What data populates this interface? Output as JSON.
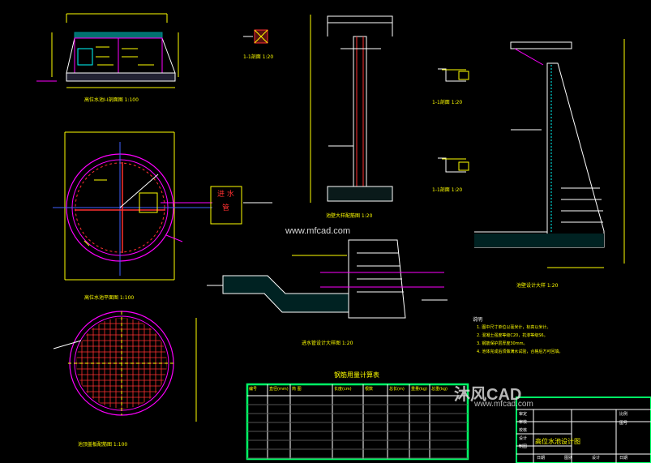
{
  "colors": {
    "background": "#000000",
    "yellow": "#ffff00",
    "white": "#ffffff",
    "magenta": "#ff00ff",
    "cyan": "#00ffff",
    "green": "#00ff66",
    "red": "#ff3030",
    "blue": "#4060ff"
  },
  "watermark": {
    "url_mid": "www.mfcad.com",
    "brand": "沐风CAD",
    "url_corner": "www.mfcad.com"
  },
  "labels": {
    "elevation_section": "高位水池Ⅰ-Ⅰ剖面图 1:100",
    "plan_view": "高位水池平面图 1:100",
    "cover_plan": "池顶盖板配筋图 1:100",
    "detail_1": "1-1剖面 1:20",
    "detail_2": "1-1剖面 1:20",
    "detail_3": "1-1剖面 1:20",
    "wall_detail": "池壁大样配筋图 1:20",
    "wall_section": "池壁设计大样 1:20",
    "inlet_detail": "进水管设计大样图 1:20",
    "inlet_box_line1": "进 水",
    "inlet_box_line2": "管",
    "notes_title": "说明",
    "note_1": "1. 图中尺寸单位以毫米计，标高以米计。",
    "note_2": "2. 混凝土强度等级C20，抗渗等级S6。",
    "note_3": "3. 钢筋保护层厚度30mm。",
    "note_4": "4. 池体完成后须做满水试验，合格后方可回填。",
    "table_title": "钢筋用量计算表"
  },
  "rebar_table": {
    "headers": [
      "编号",
      "直径(mm)",
      "简 图",
      "长度(cm)",
      "根数",
      "总长(m)",
      "重量(kg)",
      "总重(kg)"
    ]
  },
  "title_block": {
    "drawing_name": "高位水池设计图",
    "rows_left": [
      "审定",
      "审核",
      "校核",
      "设计",
      "制图"
    ],
    "rows_right": [
      "比例",
      "图号"
    ],
    "bottom": [
      "日期",
      "图别",
      "设计",
      "日期"
    ]
  }
}
